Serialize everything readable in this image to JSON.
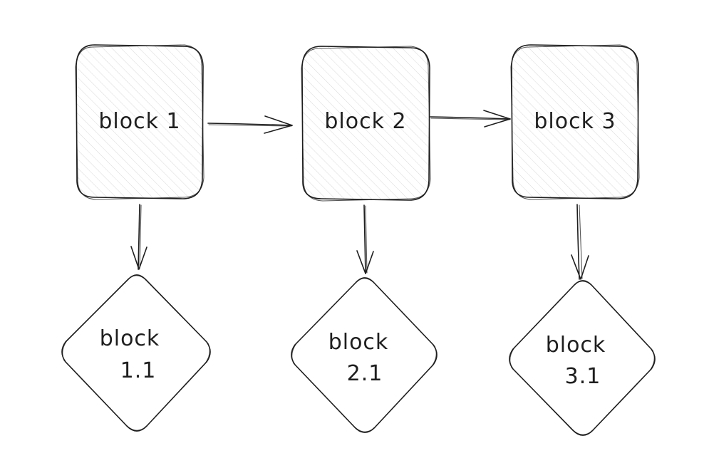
{
  "diagram": {
    "blocks": [
      {
        "id": "b1",
        "label": "block 1"
      },
      {
        "id": "b2",
        "label": "block 2"
      },
      {
        "id": "b3",
        "label": "block 3"
      }
    ],
    "diamonds": [
      {
        "id": "d1",
        "line1": "block",
        "line2": "1.1"
      },
      {
        "id": "d2",
        "line1": "block",
        "line2": "2.1"
      },
      {
        "id": "d3",
        "line1": "block",
        "line2": "3.1"
      }
    ],
    "edges": [
      {
        "from": "b1",
        "to": "b2"
      },
      {
        "from": "b2",
        "to": "b3"
      },
      {
        "from": "b1",
        "to": "d1"
      },
      {
        "from": "b2",
        "to": "d2"
      },
      {
        "from": "b3",
        "to": "d3"
      }
    ],
    "colors": {
      "stroke": "#1e1e1e",
      "fill": "#f7f7f7",
      "hatch": "#d9d9d9",
      "background": "#ffffff"
    }
  }
}
